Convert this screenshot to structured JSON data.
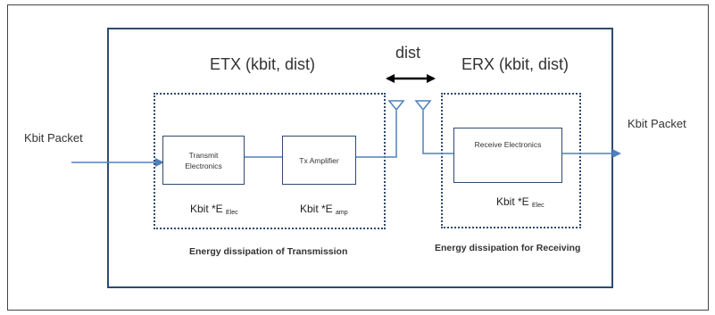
{
  "labels": {
    "input_packet": "Kbit Packet",
    "output_packet": "Kbit Packet",
    "etx": "ETX (kbit, dist)",
    "erx": "ERX (kbit, dist)",
    "dist": "dist",
    "transmit_line1": "Transmit",
    "transmit_line2": "Electronics",
    "tx_amplifier": "Tx Amplifier",
    "receive_electronics": "Receive Electronics",
    "tx_caption": "Energy dissipation of Transmission",
    "rx_caption": "Energy dissipation for Receiving"
  },
  "formulas": {
    "tx_elec": {
      "base": "Kbit *E ",
      "sub": "Elec"
    },
    "tx_amp": {
      "base": "Kbit *E ",
      "sub": "amp"
    },
    "rx_elec": {
      "base": "Kbit *E ",
      "sub": "Elec"
    }
  },
  "colors": {
    "line": "#4f81bd",
    "box_border": "#2f4a6e",
    "arrow": "#000000"
  }
}
